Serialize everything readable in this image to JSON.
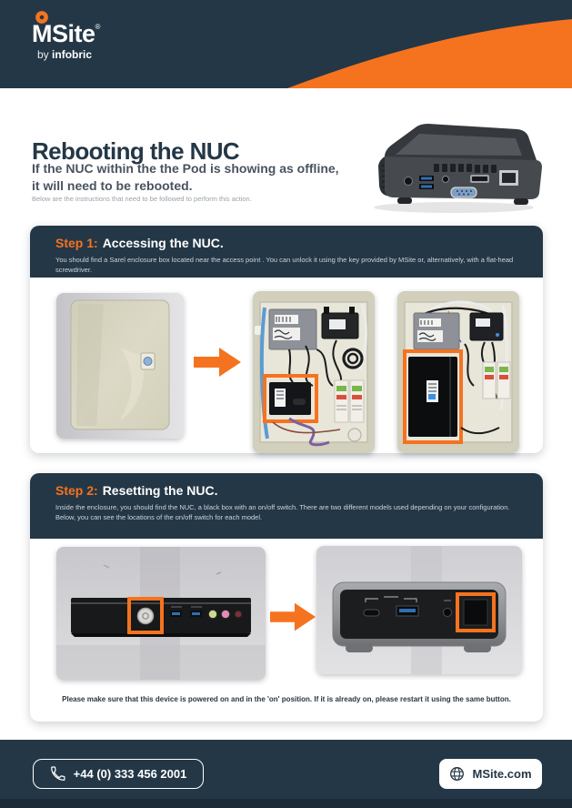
{
  "colors": {
    "navy": "#243746",
    "navy_dark": "#1D2B38",
    "orange": "#F5731F",
    "highlight_box": "#F5731F"
  },
  "header": {
    "logo_text": "MSite",
    "logo_reg": "®",
    "tagline_by": "by",
    "tagline_brand": "infobric",
    "logo_ring_icon": "logo-ring-icon"
  },
  "intro": {
    "title": "Rebooting the NUC",
    "subtitle_line1": "If the NUC within the the Pod is showing as offline,",
    "subtitle_line2": "it will need to be rebooted.",
    "note": "Below are the instructions that need to be followed to perform this action."
  },
  "steps": [
    {
      "label": "Step 1:",
      "title": "Accessing the NUC.",
      "description": "You should find a Sarel enclosure box located near the access point . You can unlock it using the key provided by MSite or, alternatively, with a flat-head screwdriver."
    },
    {
      "label": "Step 2:",
      "title": "Resetting the NUC.",
      "description_line1": "Inside the enclosure, you should find the NUC, a black box with an on/off switch. There are two different models used depending on your configuration.",
      "description_line2": "Below, you can see the locations of the on/off switch for each model.",
      "note": "Please make sure that this device is powered on and in the 'on' position. If it is already on, please restart it using the same button."
    }
  ],
  "footer": {
    "phone": "+44 (0) 333 456 2001",
    "phone_icon": "phone-icon",
    "website": "MSite.com",
    "website_icon": "globe-icon"
  }
}
